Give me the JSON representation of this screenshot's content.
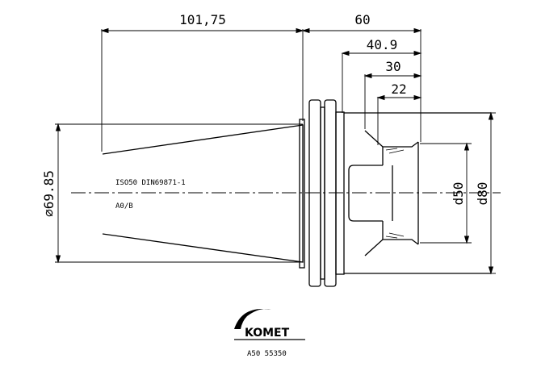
{
  "dimensions": {
    "length_cone": "101,75",
    "length_flange": "60",
    "length_1": "40.9",
    "length_2": "30",
    "length_3": "22",
    "dia_cone": "⌀69.85",
    "dia_bore": "d50",
    "dia_outer": "d80"
  },
  "annotations": {
    "spec": "ISO50 DIN69871-1",
    "variant": "A0/B"
  },
  "logo": {
    "brand": "KOMET",
    "part_number": "A50 55350"
  }
}
